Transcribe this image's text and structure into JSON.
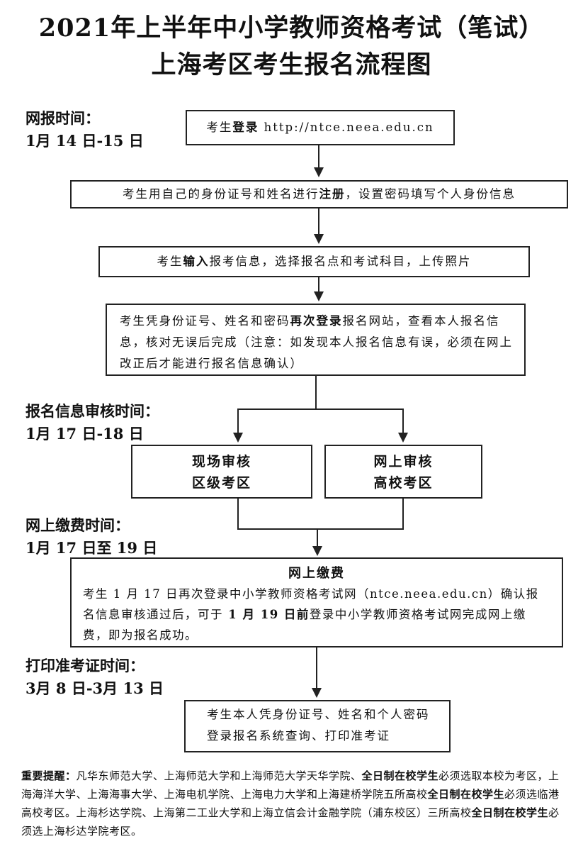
{
  "title": {
    "line1": "2021年上半年中小学教师资格考试（笔试）",
    "line2": "上海考区考生报名流程图"
  },
  "sections": {
    "online_time": {
      "label": "网报时间：",
      "dates": "1月 14 日-15 日"
    },
    "review_time": {
      "label": "报名信息审核时间：",
      "dates": "1月 17 日-18 日"
    },
    "payment_time": {
      "label": "网上缴费时间：",
      "dates": "1月 17 日至 19 日"
    },
    "print_time": {
      "label": "打印准考证时间：",
      "dates": "3月 8 日-3月 13 日"
    }
  },
  "steps": {
    "login": {
      "pre": "考生",
      "bold": "登录",
      "post": " http://ntce.neea.edu.cn"
    },
    "register": {
      "pre": "考生用自己的身份证号和姓名进行",
      "bold": "注册",
      "post": "，设置密码填写个人身份信息"
    },
    "input": {
      "pre": "考生",
      "bold": "输入",
      "post": "报考信息，选择报名点和考试科目，上传照片"
    },
    "relogin": {
      "pre": "考生凭身份证号、姓名和密码",
      "bold": "再次登录",
      "post": "报名网站，查看本人报名信息，核对无误后完成（注意：如发现本人报名信息有误，必须在网上改正后才能进行报名信息确认）"
    },
    "onsite_review": {
      "line1": "现场审核",
      "line2": "区级考区"
    },
    "online_review": {
      "line1": "网上审核",
      "line2": "高校考区"
    },
    "payment": {
      "heading": "网上缴费",
      "pre": "考生 1 月 17 日再次登录中小学教师资格考试网（ntce.neea.edu.cn）确认报名信息审核通过后，可于",
      "bold": " 1 月 19 日前",
      "post": "登录中小学教师资格考试网完成网上缴费，即为报名成功。"
    },
    "print": {
      "text": "考生本人凭身份证号、姓名和个人密码登录报名系统查询、打印准考证"
    }
  },
  "notice": {
    "label": "重要提醒：",
    "p1": "凡华东师范大学、上海师范大学和上海师范大学天华学院、",
    "b1": "全日制在校学生",
    "p2": "必须选取本校为考区，上海海洋大学、上海海事大学、上海电机学院、上海电力大学和上海建桥学院五所高校",
    "b2": "全日制在校学生",
    "p3": "必须选临港高校考区。上海杉达学院、上海第二工业大学和上海立信会计金融学院（浦东校区）三所高校",
    "b3": "全日制在校学生",
    "p4": "必须选上海杉达学院考区。"
  }
}
